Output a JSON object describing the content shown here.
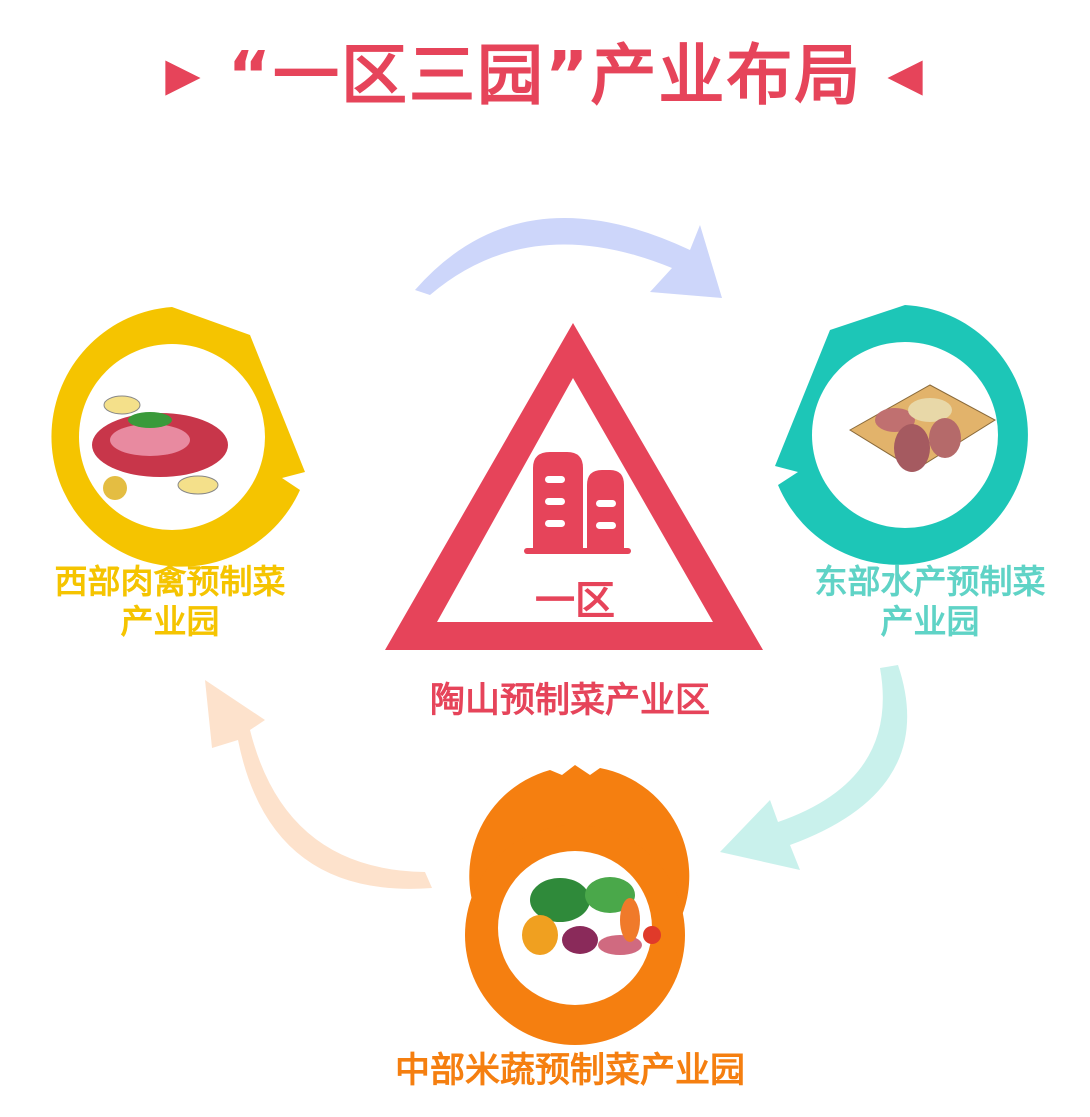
{
  "title": {
    "text": "“一区三园”产业布局",
    "left_marker": "▶",
    "right_marker": "◀"
  },
  "center": {
    "badge": "一区",
    "label": "陶山预制菜产业区",
    "icon": "building-icon"
  },
  "parks": [
    {
      "id": "west",
      "label_line1": "西部肉禽预制菜",
      "label_line2": "产业园",
      "icon": "meat-icon"
    },
    {
      "id": "east",
      "label_line1": "东部水产预制菜",
      "label_line2": "产业园",
      "icon": "seafood-skewer-icon"
    },
    {
      "id": "south",
      "label": "中部米蔬预制菜产业园",
      "icon": "vegetables-icon"
    }
  ],
  "colors": {
    "red": "#e6445a",
    "yellow": "#f5c400",
    "teal": "#1dc6b7",
    "orange": "#f57f10",
    "arrow_blue": "#cdd6fa",
    "arrow_teal": "#c9f1ec",
    "arrow_peach": "#fde2cc"
  }
}
